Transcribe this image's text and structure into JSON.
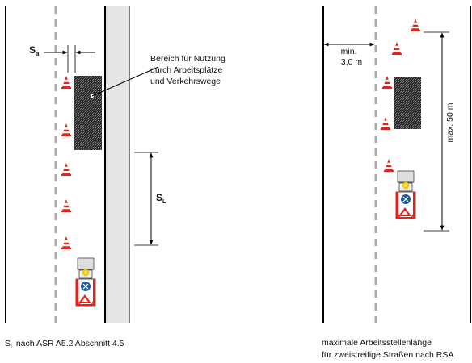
{
  "left_diagram": {
    "sa_label": "S",
    "sa_subscript": "a",
    "callout_lines": [
      "Bereich für Nutzung",
      "durch Arbeitsplätze",
      "und Verkehrswege"
    ],
    "sl_label": "S",
    "sl_subscript": "L"
  },
  "right_diagram": {
    "min_label": "min.",
    "min_value": "3,0 m",
    "max_label": "max. 50 m"
  },
  "captions": {
    "left_s": "S",
    "left_sub": "L",
    "left_rest": " nach ASR A5.2 Abschnitt 4.5",
    "right_line1": "maximale Arbeitsstellenlänge",
    "right_line2": "für zweistreifige Straßen nach RSA"
  },
  "colors": {
    "cone_red": "#e2231a",
    "vehicle_yellow": "#f6c600",
    "sign_blue": "#1f5aa6",
    "sidewalk_gray": "#e6e6e6"
  }
}
